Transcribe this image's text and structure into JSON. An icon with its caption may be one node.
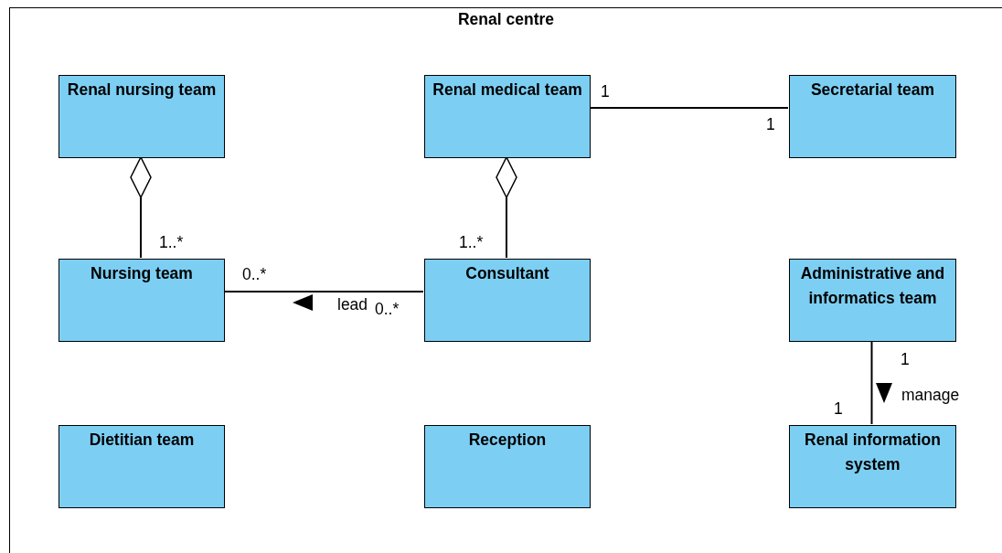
{
  "diagram": {
    "nodes": [
      {
        "text": [
          "Renal centre"
        ]
      },
      {
        "text": [
          "Renal nursing team"
        ],
        "in": 0
      },
      {
        "text": [
          "Renal medical team"
        ],
        "in": 0
      },
      {
        "text": [
          "Secretarial team"
        ],
        "in": 0
      },
      {
        "text": [
          "Nursing team"
        ],
        "in": 0
      },
      {
        "text": [
          "Consultant"
        ],
        "in": 0
      },
      {
        "text": [
          "Administrative and informatics team"
        ],
        "in": 0
      },
      {
        "text": [
          "Dietitian team"
        ],
        "in": 0
      },
      {
        "text": [
          "Reception"
        ],
        "in": 0
      },
      {
        "text": [
          "Renal information system"
        ],
        "in": 0
      }
    ],
    "edges": [
      {
        "from": 4,
        "to": 1,
        "arrow": "other"
      },
      {
        "from": 5,
        "to": 2,
        "arrow": "other"
      },
      {
        "from": 2,
        "to": 3,
        "arrow": "none"
      },
      {
        "from": 5,
        "to": 4,
        "arrow": "none",
        "label": "lead"
      },
      {
        "from": 6,
        "to": 9,
        "arrow": "none",
        "label": "manage"
      }
    ],
    "labels": [
      "1",
      "1",
      "1..*",
      "1..*",
      "0..*",
      "0..*",
      "1",
      "1"
    ]
  }
}
